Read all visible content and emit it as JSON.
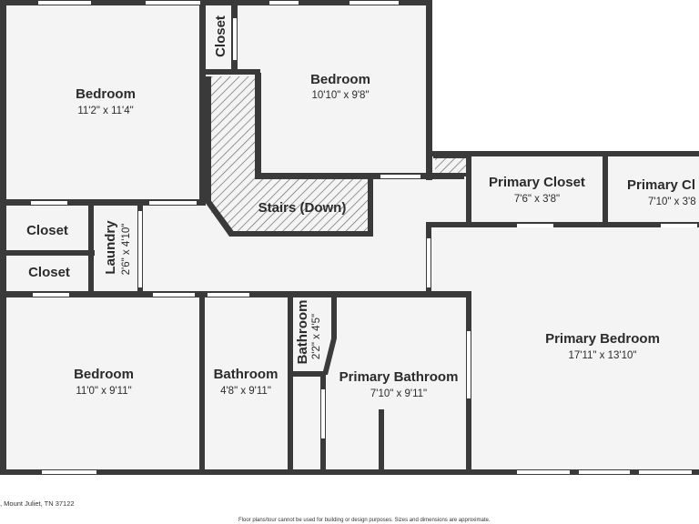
{
  "rooms": {
    "bedroom_nw": {
      "name": "Bedroom",
      "dim": "11'2\" x 11'4\""
    },
    "closet_top": {
      "name": "Closet"
    },
    "bedroom_n": {
      "name": "Bedroom",
      "dim": "10'10\" x 9'8\""
    },
    "stairs": {
      "name": "Stairs (Down)"
    },
    "primary_closet": {
      "name": "Primary Closet",
      "dim": "7'6\" x 3'8\""
    },
    "primary_closet_2": {
      "name": "Primary Cl",
      "dim": "7'10\" x 3'8"
    },
    "closet_1": {
      "name": "Closet"
    },
    "closet_2": {
      "name": "Closet"
    },
    "laundry": {
      "name": "Laundry",
      "dim": "2'6\" x 4'10\""
    },
    "bedroom_sw": {
      "name": "Bedroom",
      "dim": "11'0\" x 9'11\""
    },
    "bathroom": {
      "name": "Bathroom",
      "dim": "4'8\" x 9'11\""
    },
    "bathroom_small": {
      "name": "Bathroom",
      "dim": "2'2\" x 4'5\""
    },
    "primary_bathroom": {
      "name": "Primary Bathroom",
      "dim": "7'10\" x 9'11\""
    },
    "primary_bedroom": {
      "name": "Primary Bedroom",
      "dim": "17'11\" x 13'10\""
    }
  },
  "footer": {
    "address": ", Mount Juliet, TN 37122",
    "disclaimer": "Floor plans/tour cannot be used for building or design purposes. Sizes and dimensions are approximate."
  },
  "colors": {
    "wall": "#3a3a3a",
    "floor": "#f4f4f4",
    "window": "#ffffff"
  }
}
